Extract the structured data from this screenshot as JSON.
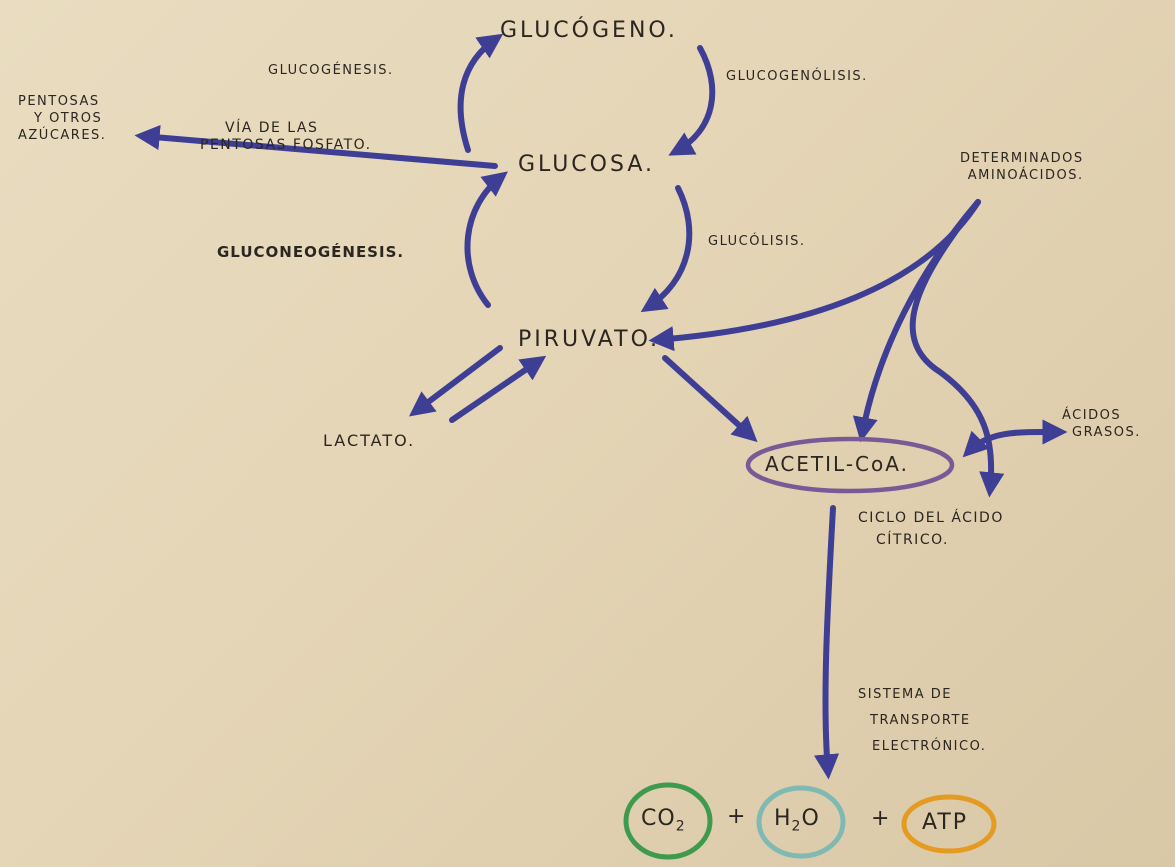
{
  "colors": {
    "arrow": "#3f3e95",
    "ink": "#2b2620",
    "paper": "#e6d8ba",
    "acetil_ring": "#7a5a96",
    "co2_ring": "#3f9a4e",
    "h2o_ring": "#7fb9b3",
    "atp_ring": "#e59a22"
  },
  "nodes": {
    "glucogeno": "GLUCÓGENO.",
    "glucosa": "GLUCOSA.",
    "piruvato": "PIRUVATO.",
    "lactato": "LACTATO.",
    "acetil_coa": "ACETIL-CoA.",
    "pentosas_lines": [
      "PENTOSAS",
      "Y OTROS",
      "AZÚCARES."
    ],
    "aminoacidos_lines": [
      "DETERMINADOS",
      "AMINOÁCIDOS."
    ],
    "acidos_grasos_lines": [
      "ÁCIDOS",
      "GRASOS."
    ]
  },
  "process_labels": {
    "glucogenesis": "GLUCOGÉNESIS.",
    "glucogenolisis": "GLUCOGENÓLISIS.",
    "via_pentosas_lines": [
      "VÍA DE LAS",
      "PENTOSAS FOSFATO."
    ],
    "gluconeogenesis": "GLUCONEOGÉNESIS.",
    "glucolisis": "GLUCÓLISIS.",
    "ciclo_acido_citrico_lines": [
      "CICLO DEL ÁCIDO",
      "CÍTRICO."
    ],
    "sistema_transporte_lines": [
      "SISTEMA DE",
      "TRANSPORTE",
      "ELECTRÓNICO."
    ]
  },
  "products": {
    "co2": "CO",
    "co2_sub": "2",
    "h2o_h": "H",
    "h2o_sub": "2",
    "h2o_o": "O",
    "atp": "ATP",
    "plus_1": "+",
    "plus_2": "+"
  }
}
